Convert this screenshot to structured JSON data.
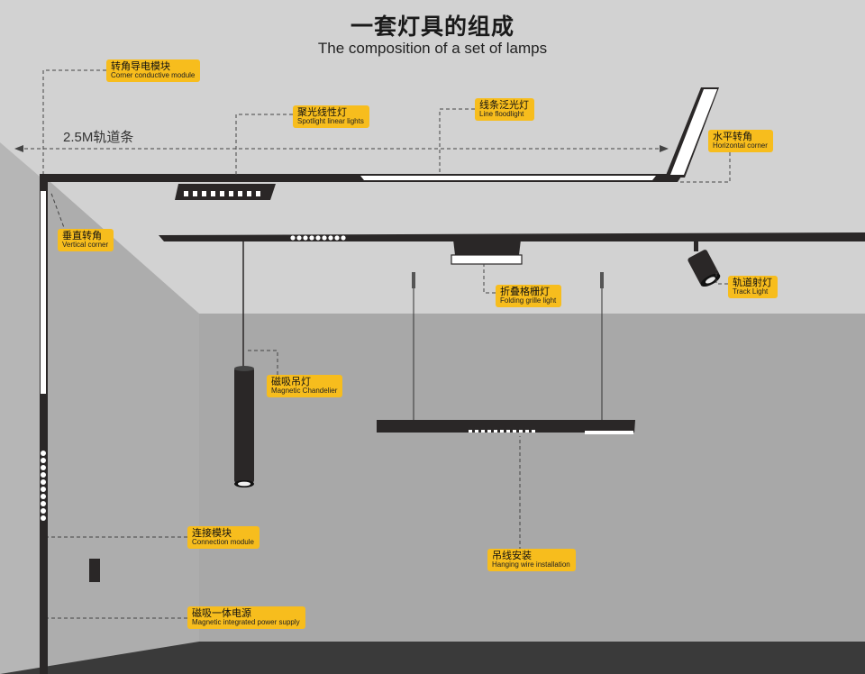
{
  "title": {
    "cn": "一套灯具的组成",
    "en": "The composition of a set of lamps"
  },
  "track_length_label": "2.5M轨道条",
  "components": {
    "corner_conductive_module": {
      "cn": "转角导电模块",
      "en": "Corner conductive module"
    },
    "spotlight_linear_lights": {
      "cn": "聚光线性灯",
      "en": "Spotlight linear lights"
    },
    "line_floodlight": {
      "cn": "线条泛光灯",
      "en": "Line floodlight"
    },
    "horizontal_corner": {
      "cn": "水平转角",
      "en": "Horizontal corner"
    },
    "vertical_corner": {
      "cn": "垂直转角",
      "en": "Vertical corner"
    },
    "folding_grille_light": {
      "cn": "折叠格栅灯",
      "en": "Folding grille light"
    },
    "track_light": {
      "cn": "轨道射灯",
      "en": "Track Light"
    },
    "magnetic_chandelier": {
      "cn": "磁吸吊灯",
      "en": "Magnetic Chandelier"
    },
    "connection_module": {
      "cn": "连接模块",
      "en": "Connection module"
    },
    "hanging_wire_installation": {
      "cn": "吊线安装",
      "en": "Hanging wire installation"
    },
    "magnetic_integrated_power_supply": {
      "cn": "磁吸一体电源",
      "en": "Magnetic integrated power supply"
    }
  },
  "colors": {
    "label_background": "#f7bd1d",
    "track": "#2a2727",
    "ceiling": "#d2d2d2",
    "back_wall": "#a8a8a8",
    "left_wall": "#b6b6b6",
    "floor": "#3a3a3a",
    "glow": "#ffffff"
  }
}
